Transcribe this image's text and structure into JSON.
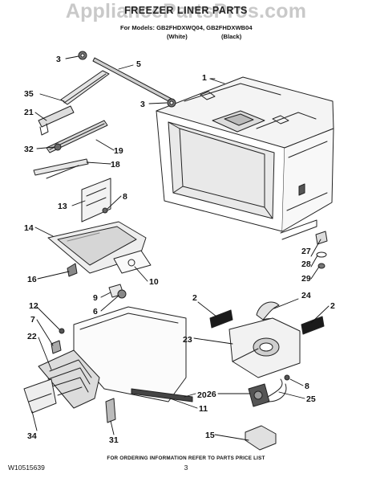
{
  "header": {
    "watermark": "AppliancePartsPros.com",
    "title": "FREEZER LINER PARTS",
    "models_line": "For Models: GB2FHDXWQ04, GB2FHDXWB04",
    "color_white": "(White)",
    "color_black": "(Black)"
  },
  "callouts": {
    "c1": "1",
    "c2a": "2",
    "c2b": "2",
    "c3a": "3",
    "c3b": "3",
    "c5": "5",
    "c6": "6",
    "c7": "7",
    "c8a": "8",
    "c8b": "8",
    "c9": "9",
    "c10": "10",
    "c11": "11",
    "c12": "12",
    "c13": "13",
    "c14": "14",
    "c15": "15",
    "c16": "16",
    "c18": "18",
    "c19": "19",
    "c20": "20",
    "c21": "21",
    "c22": "22",
    "c23": "23",
    "c24": "24",
    "c25": "25",
    "c26": "26",
    "c27": "27",
    "c28": "28",
    "c29": "29",
    "c31": "31",
    "c32": "32",
    "c34": "34",
    "c35": "35"
  },
  "footer": {
    "note": "FOR ORDERING INFORMATION REFER TO PARTS PRICE LIST",
    "doc_number": "W10515639",
    "page_number": "3"
  }
}
